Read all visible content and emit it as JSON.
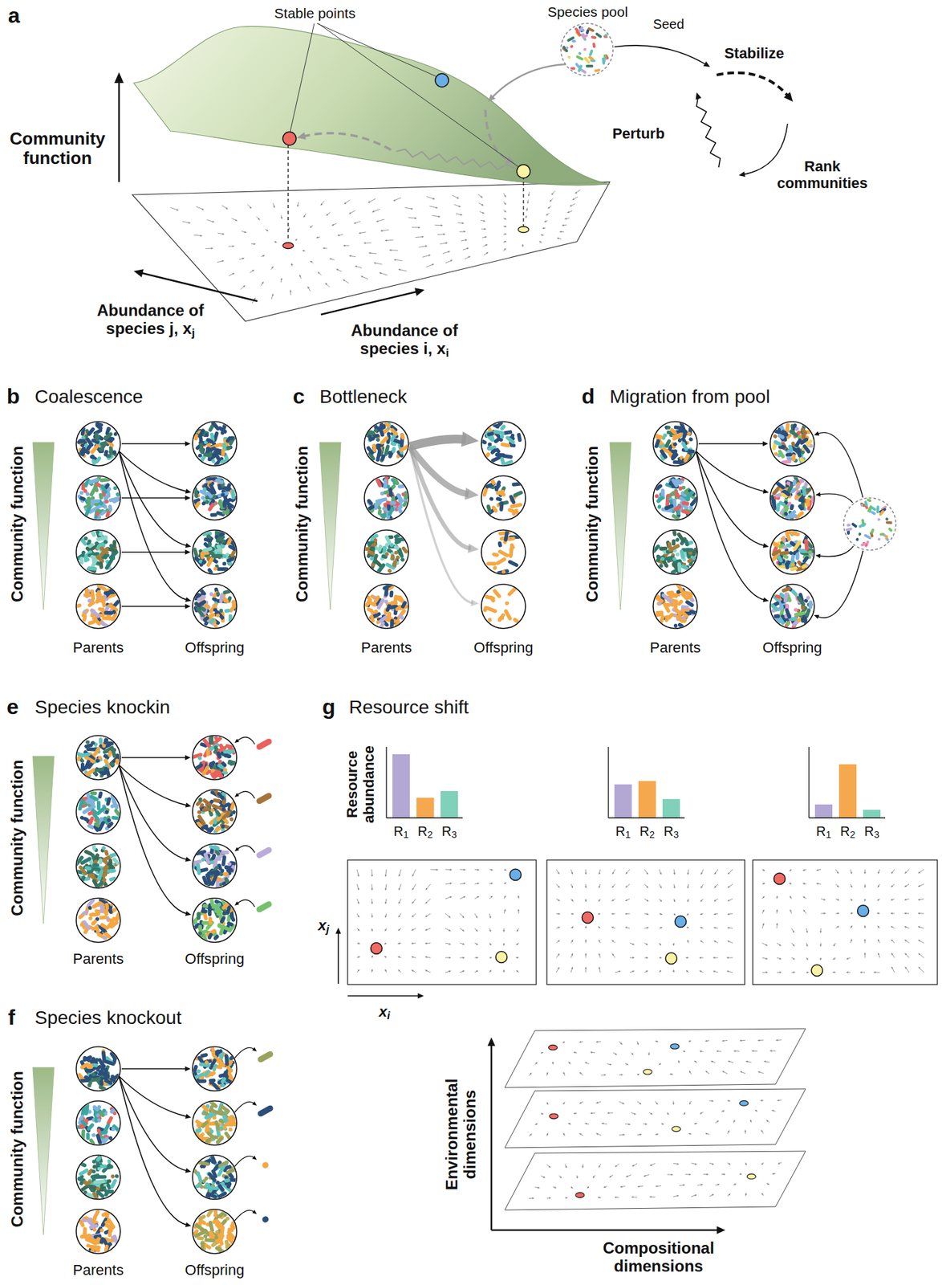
{
  "diagram": {
    "labels": [
      "a",
      "Stable points",
      "Species pool",
      "Seed",
      "Stabilize",
      "Perturb",
      "Rank communities",
      "Community function",
      "Abundance of species j, xj",
      "Abundance of species i, xi",
      "b",
      "Coalescence",
      "Community function",
      "Parents",
      "Offspring",
      "c",
      "Bottleneck",
      "Community function",
      "Parents",
      "Offspring",
      "d",
      "Migration from pool",
      "Community function",
      "Parents",
      "Offspring",
      "e",
      "Species knockin",
      "Community function",
      "Parents",
      "Offspring",
      "g",
      "Resource shift",
      "Resource abundance",
      "R1",
      "R2",
      "R3",
      "R1",
      "R2",
      "R3",
      "R1",
      "R2",
      "R3",
      "xj",
      "xi",
      "f",
      "Species knockout",
      "Community function",
      "Parents",
      "Offspring",
      "Environmental dimensions",
      "Compositional dimensions"
    ]
  }
}
